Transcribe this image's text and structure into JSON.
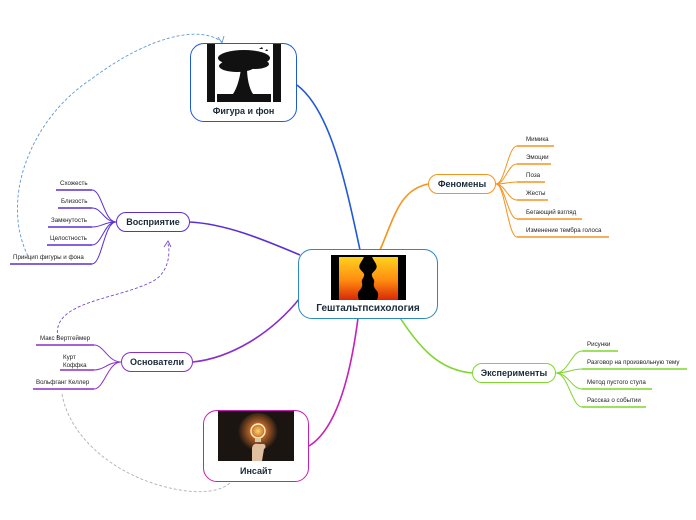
{
  "central": {
    "label": "Гештальтпсихология"
  },
  "topics": {
    "figure_ground": {
      "label": "Фигура и фон"
    },
    "phenomena": {
      "label": "Феномены",
      "items": [
        "Мимика",
        "Эмоции",
        "Поза",
        "Жесты",
        "Бегающий взгляд",
        "Изменение тембра голоса"
      ]
    },
    "experiments": {
      "label": "Эксперименты",
      "items": [
        "Рисунки",
        "Разговор на произвольную тему",
        "Метод пустого стула",
        "Рассказ о событии"
      ]
    },
    "insight": {
      "label": "Инсайт"
    },
    "founders": {
      "label": "Основатели",
      "items": [
        "Макс Вертгеймер",
        "Курт\nКоффка",
        "Вольфганг Келлер"
      ]
    },
    "perception": {
      "label": "Восприятие",
      "items": [
        "Схожесть",
        "Близость",
        "Замкнутость",
        "Целостность",
        "Принцип фигуры и фона"
      ]
    }
  },
  "colors": {
    "figure_ground": "#1f5ad6",
    "phenomena": "#f5941c",
    "experiments": "#7fd62c",
    "insight": "#c81fb4",
    "founders": "#8a2fc9",
    "perception": "#5a2fd8",
    "central": "#2a8abf",
    "relation": "#6a7fb0"
  },
  "icons": {
    "central": "rubin-vase-faces-image",
    "figure_ground": "tree-figure-ground-image",
    "insight": "lightbulb-hand-image"
  }
}
